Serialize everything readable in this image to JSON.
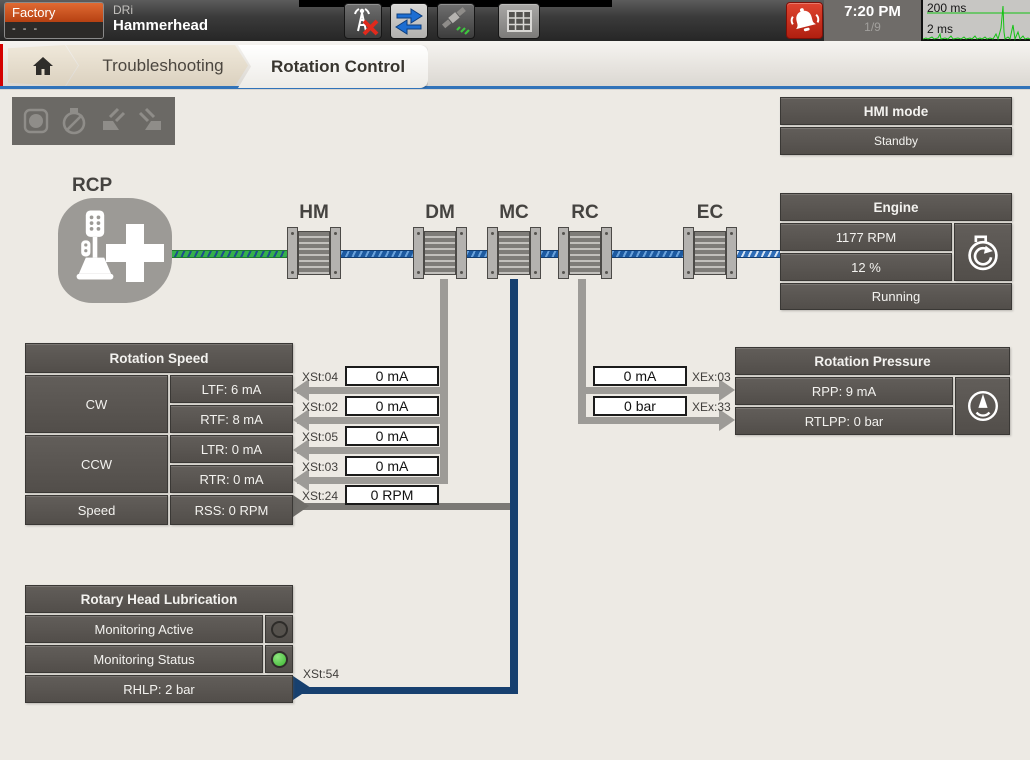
{
  "top_bar": {
    "factory_label": "Factory",
    "factory_sub": "- - -",
    "device_line1": "DRi",
    "device_line2": "Hammerhead",
    "time": "7:20 PM",
    "page_indicator": "1/9",
    "perf_top_label": "200 ms",
    "perf_bottom_label": "2 ms"
  },
  "breadcrumb": {
    "tab1": "Troubleshooting",
    "tab2": "Rotation Control"
  },
  "hmi_mode": {
    "title": "HMI mode",
    "value": "Standby"
  },
  "diagram": {
    "rcp_label": "RCP",
    "modules": [
      "HM",
      "DM",
      "MC",
      "RC",
      "EC"
    ]
  },
  "engine": {
    "title": "Engine",
    "rpm": "1177 RPM",
    "load": "12 %",
    "status": "Running"
  },
  "rotation_speed": {
    "title": "Rotation Speed",
    "cw": "CW",
    "ccw": "CCW",
    "speed": "Speed",
    "ltf": "LTF: 6 mA",
    "rtf": "RTF: 8 mA",
    "ltr": "LTR: 0 mA",
    "rtr": "RTR: 0 mA",
    "rss": "RSS: 0 RPM"
  },
  "signals_left": [
    {
      "port": "XSt:04",
      "value": "0 mA"
    },
    {
      "port": "XSt:02",
      "value": "0 mA"
    },
    {
      "port": "XSt:05",
      "value": "0 mA"
    },
    {
      "port": "XSt:03",
      "value": "0 mA"
    },
    {
      "port": "XSt:24",
      "value": "0 RPM"
    }
  ],
  "signals_right": [
    {
      "value": "0 mA",
      "port": "XEx:03"
    },
    {
      "value": "0 bar",
      "port": "XEx:33"
    }
  ],
  "lube_port": "XSt:54",
  "rotation_pressure": {
    "title": "Rotation Pressure",
    "rpp": "RPP: 9 mA",
    "rtlpp": "RTLPP: 0 bar"
  },
  "lubrication": {
    "title": "Rotary Head Lubrication",
    "row1": "Monitoring Active",
    "row2": "Monitoring Status",
    "row3": "RHLP: 2 bar"
  },
  "colors": {
    "accent_blue": "#3173b9",
    "bus_blue": "#1d5aa0",
    "cable_green": "#35b04b",
    "signal_navy": "#17406f",
    "alarm_red": "#c5281c",
    "factory_orange": "#cd4a1a",
    "led_on_green": "#3cb531",
    "panel_dark": "#57534f"
  }
}
